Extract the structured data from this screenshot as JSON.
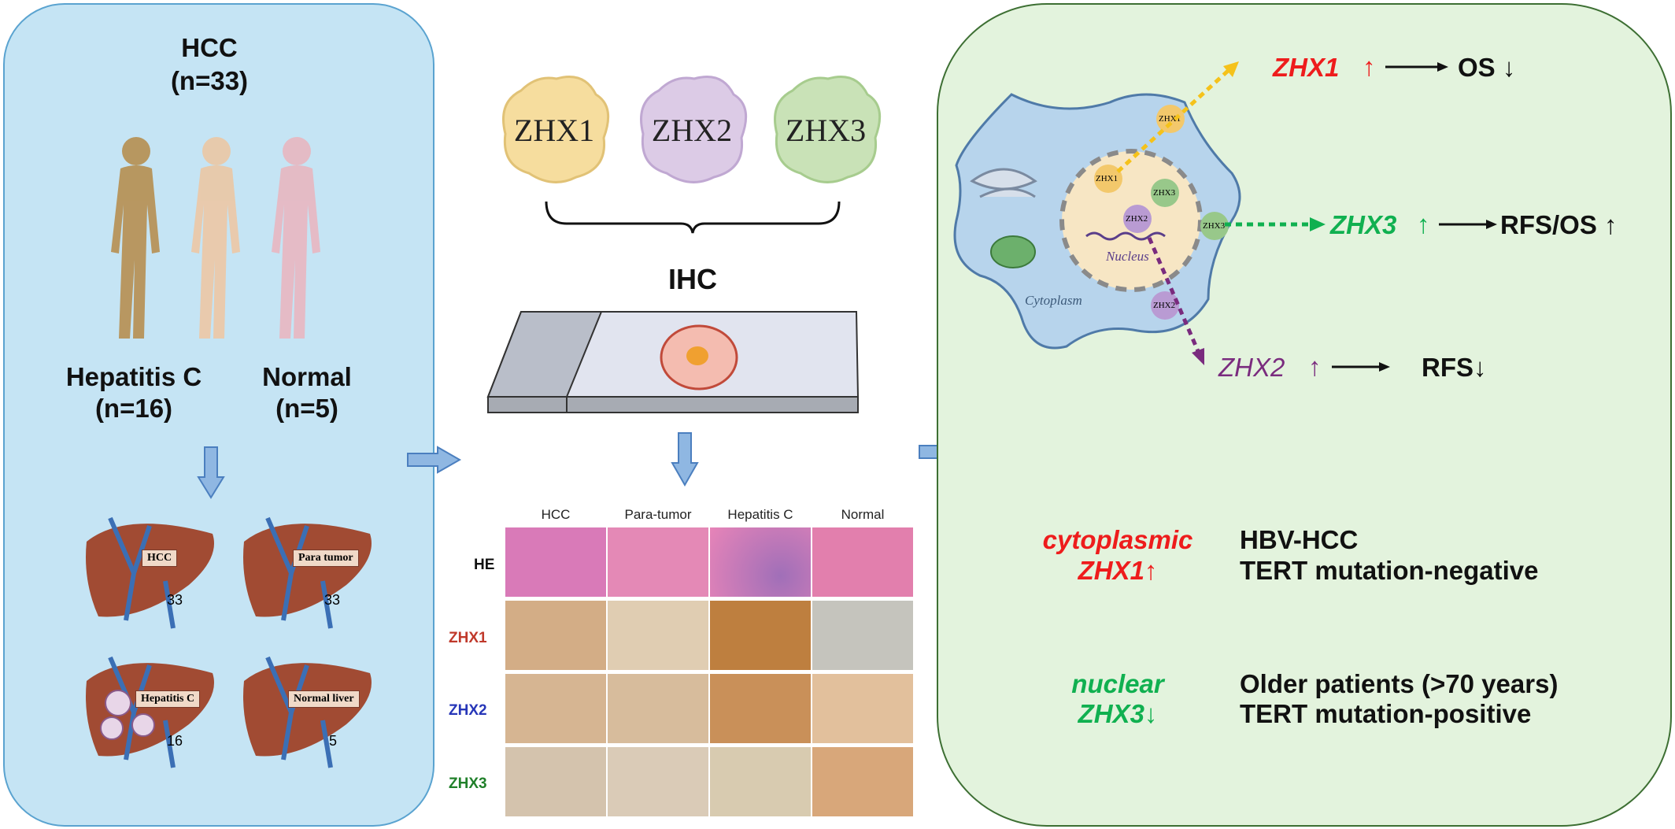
{
  "left": {
    "hcc_title": "HCC",
    "hcc_n": "(n=33)",
    "hepc_title": "Hepatitis C",
    "hepc_n": "(n=16)",
    "normal_title": "Normal",
    "normal_n": "(n=5)",
    "livers": [
      {
        "label": "HCC",
        "count": "33"
      },
      {
        "label": "Para tumor",
        "count": "33"
      },
      {
        "label": "Hepatitis C",
        "count": "16"
      },
      {
        "label": "Normal liver",
        "count": "5"
      }
    ]
  },
  "middle": {
    "proteins": [
      "ZHX1",
      "ZHX2",
      "ZHX3"
    ],
    "ihc_label": "IHC",
    "grid_cols": [
      "HCC",
      "Para-tumor",
      "Hepatitis C",
      "Normal"
    ],
    "grid_rows": [
      "HE",
      "ZHX1",
      "ZHX2",
      "ZHX3"
    ]
  },
  "right": {
    "cell": {
      "zhx_labels": [
        "ZHX1",
        "ZHX1",
        "ZHX3",
        "ZHX2",
        "ZHX3",
        "ZHX2"
      ],
      "nucleus": "Nucleus",
      "cytoplasm": "Cytoplasm"
    },
    "arrows": [
      {
        "gene": "ZHX1",
        "up": "↑",
        "outcome": "OS ↓"
      },
      {
        "gene": "ZHX3",
        "up": "↑",
        "outcome": "RFS/OS ↑"
      },
      {
        "gene": "ZHX2",
        "up": "↑",
        "outcome": "RFS↓"
      }
    ],
    "finding1": {
      "l1": "cytoplasmic",
      "l2": "ZHX1↑",
      "r1": "HBV-HCC",
      "r2": "TERT mutation-negative"
    },
    "finding2": {
      "l1": "nuclear",
      "l2": "ZHX3↓",
      "r1": "Older patients (>70 years)",
      "r2": "TERT mutation-positive"
    }
  },
  "colors": {
    "left_bg": "#c5e4f4",
    "right_bg": "#e3f3dd",
    "zhx1": "#ee1c1c",
    "zhx2": "#7a2b7e",
    "zhx3": "#10b050",
    "flow_arrow": "#8fb7e2"
  }
}
